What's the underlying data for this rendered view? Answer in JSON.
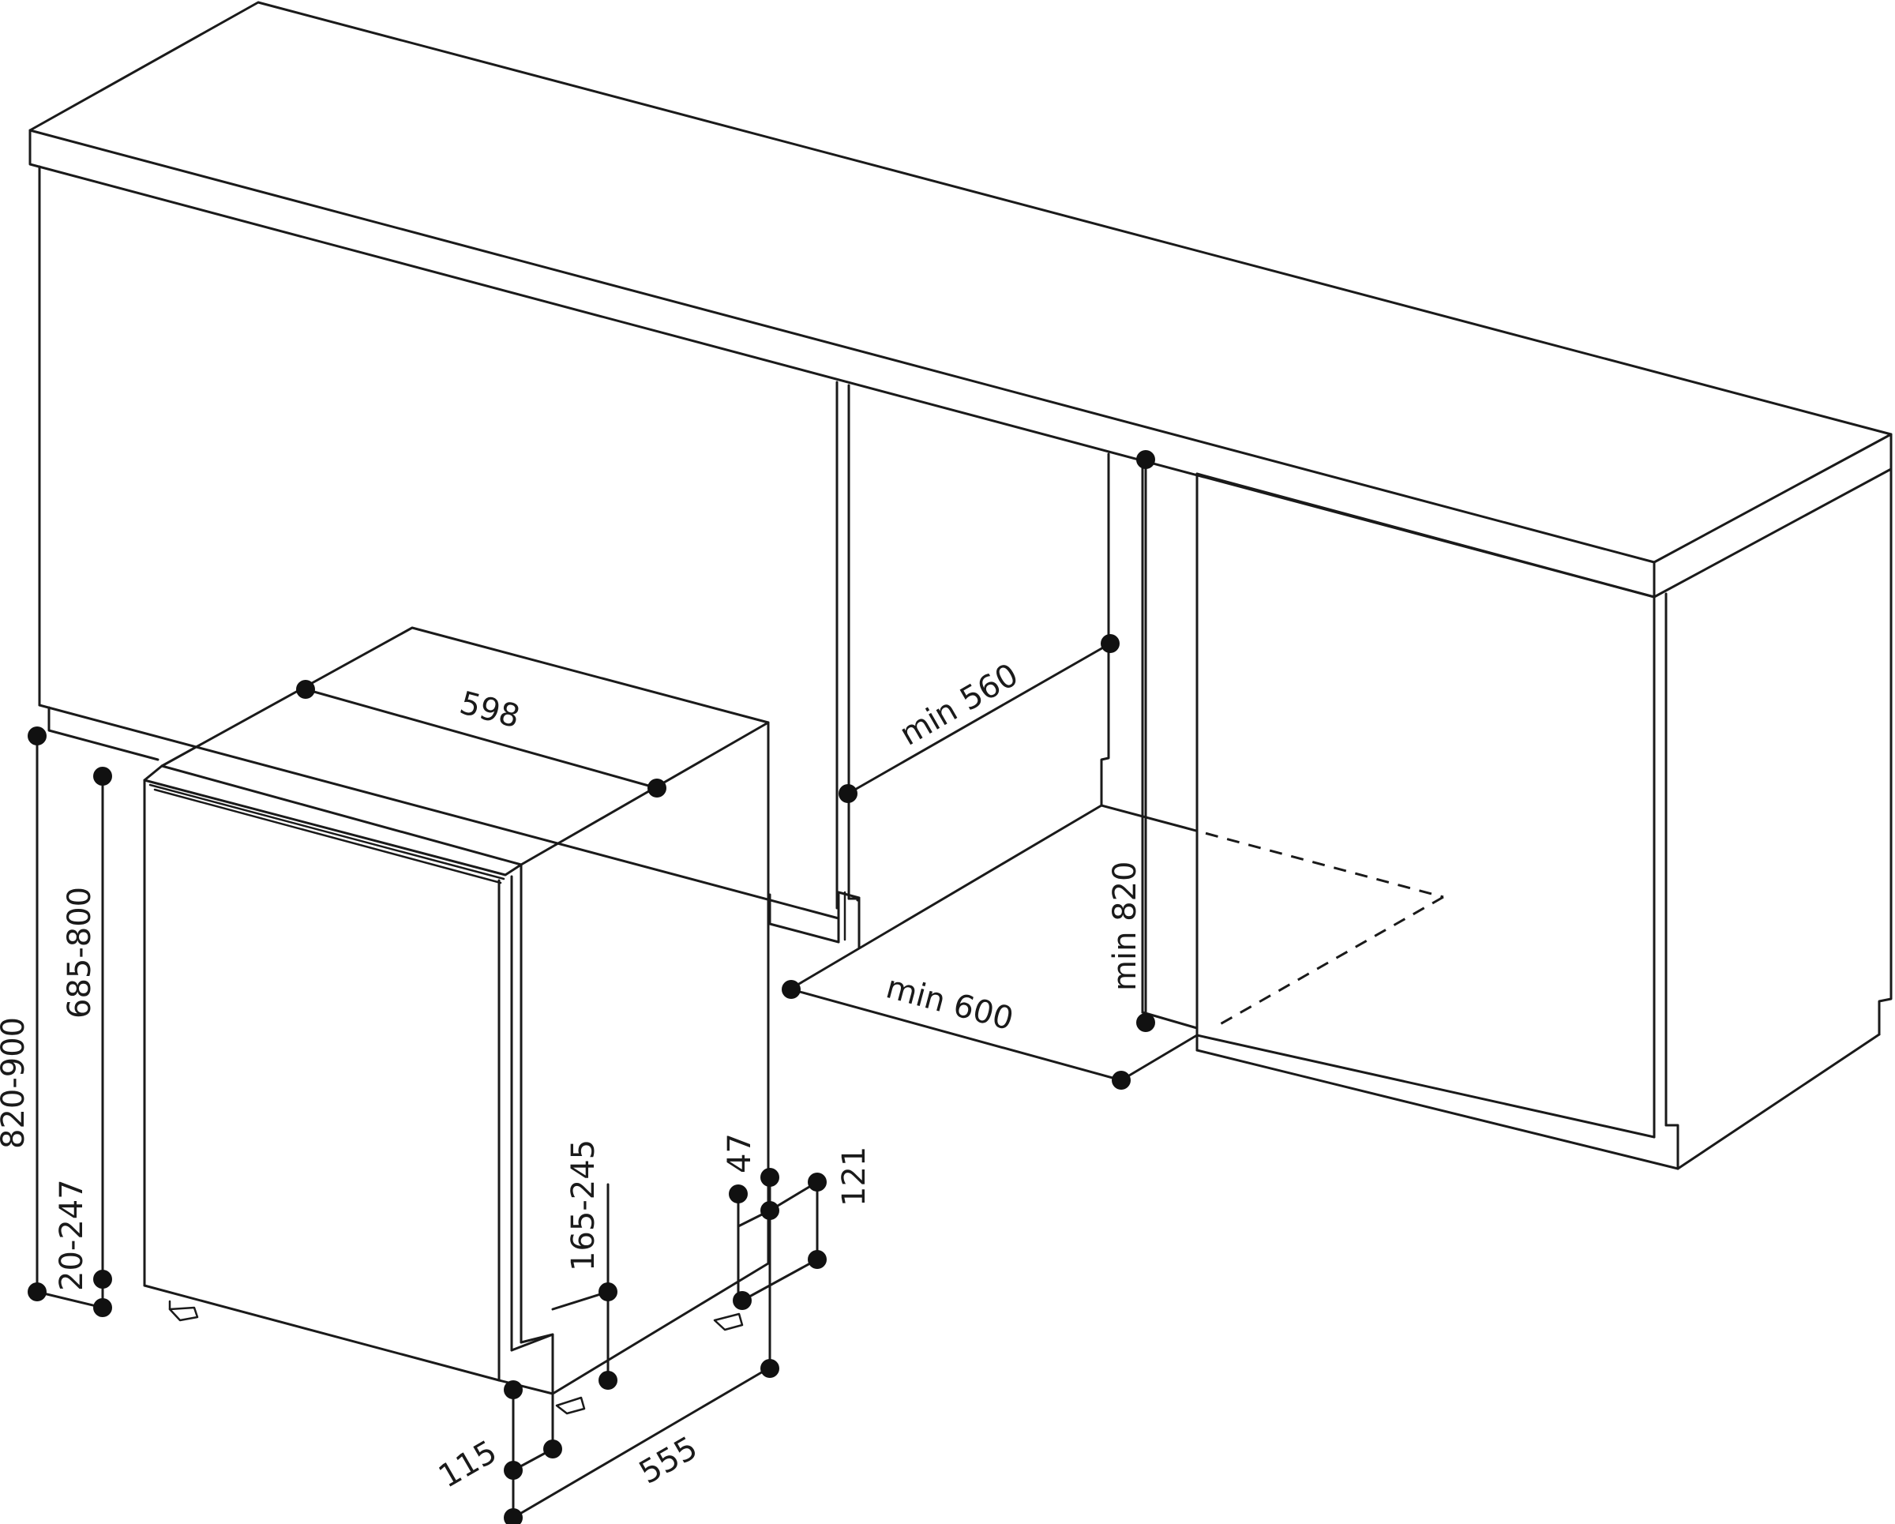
{
  "dimensions": {
    "width": "598",
    "min_width": "min 560",
    "min_depth": "min 600",
    "min_height": "min 820",
    "total_height": "820-900",
    "body_height": "685-800",
    "foot_adjust": "20-247",
    "door_gap": "165-245",
    "plinth_depth": "47",
    "plinth_height": "121",
    "foot_offset": "115",
    "depth": "555"
  },
  "colors": {
    "line": "#1a1a1a",
    "background": "#ffffff"
  }
}
